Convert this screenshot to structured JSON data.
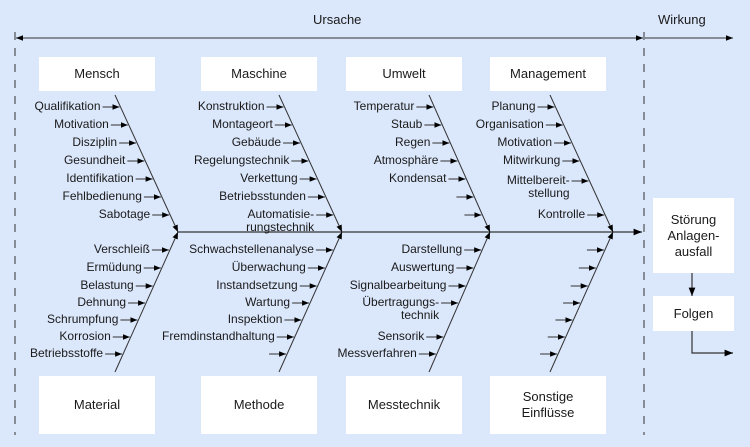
{
  "header": {
    "cause_label": "Ursache",
    "effect_label": "Wirkung"
  },
  "categories_top": [
    {
      "name": "Mensch",
      "causes": [
        "Qualifikation",
        "Motivation",
        "Disziplin",
        "Gesundheit",
        "Identifikation",
        "Fehlbedienung",
        "Sabotage"
      ]
    },
    {
      "name": "Maschine",
      "causes": [
        "Konstruktion",
        "Montageort",
        "Gebäude",
        "Regelungstechnik",
        "Verkettung",
        "Betriebsstunden",
        "Automatisie-\nrungstechnik"
      ]
    },
    {
      "name": "Umwelt",
      "causes": [
        "Temperatur",
        "Staub",
        "Regen",
        "Atmosphäre",
        "Kondensat",
        "",
        ""
      ]
    },
    {
      "name": "Management",
      "causes": [
        "Planung",
        "Organisation",
        "Motivation",
        "Mitwirkung",
        "Mittelbereit-\nstellung",
        "Kontrolle"
      ]
    }
  ],
  "categories_bottom": [
    {
      "name": "Material",
      "causes": [
        "Verschleiß",
        "Ermüdung",
        "Belastung",
        "Dehnung",
        "Schrumpfung",
        "Korrosion",
        "Betriebsstoffe"
      ]
    },
    {
      "name": "Methode",
      "causes": [
        "Schwachstellenanalyse",
        "Überwachung",
        "Instandsetzung",
        "Wartung",
        "Inspektion",
        "Fremdinstandhaltung",
        ""
      ]
    },
    {
      "name": "Messtechnik",
      "causes": [
        "Darstellung",
        "Auswertung",
        "Signalbearbeitung",
        "Übertragungs-\ntechnik",
        "Sensorik",
        "Messverfahren"
      ]
    },
    {
      "name": "Sonstige\nEinflüsse",
      "causes": [
        "",
        "",
        "",
        "",
        "",
        "",
        ""
      ]
    }
  ],
  "effect": {
    "problem": "Störung\nAnlagen-\nausfall",
    "consequence": "Folgen"
  }
}
